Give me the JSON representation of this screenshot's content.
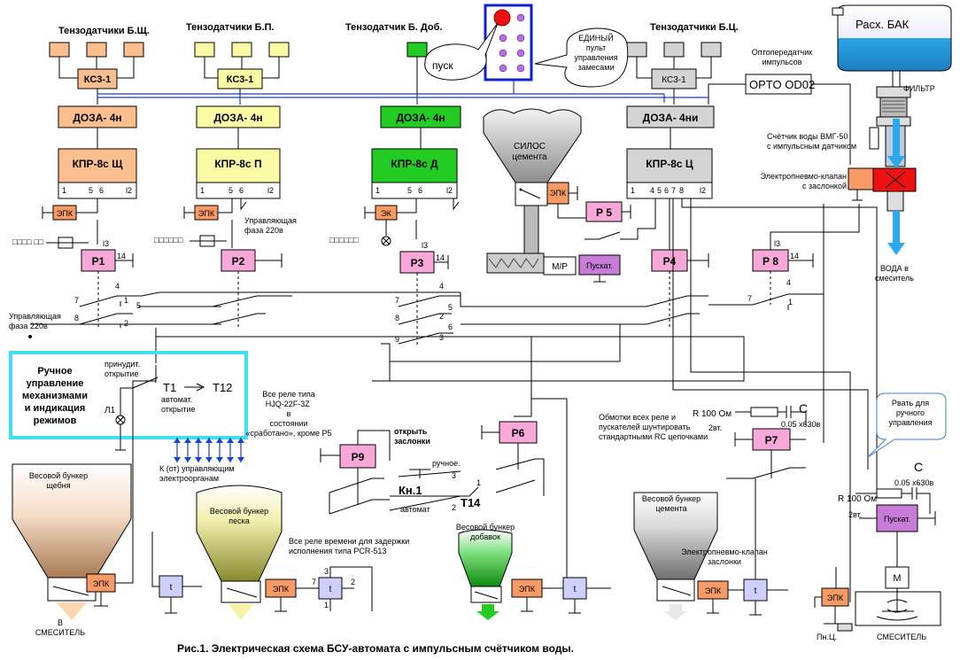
{
  "labels": {
    "tenzo_sch": "Тензодатчики Б.Щ.",
    "tenzo_p": "Тензодатчики Б.П.",
    "tenzo_dob": "Тензодатчик Б. Доб.",
    "tenzo_c": "Тензодатчики Б.Ц.",
    "ks_sch": "КС3-1",
    "ks_p": "КС3-1",
    "ks_c": "КС3-1",
    "doza_sch": "ДОЗА- 4н",
    "doza_p": "ДОЗА- 4н",
    "doza_d": "ДОЗА- 4н",
    "doza_c": "ДОЗА- 4ни",
    "kpr_sch": "КПР-8с  Щ",
    "kpr_p": "КПР-8с  П",
    "kpr_d": "КПР-8с  Д",
    "kpr_c": "КПР-8с  Ц",
    "pusk": "пуск",
    "pult": "ЕДИНЫЙ пульт управления замесами",
    "opto_title": "Оптопередатчик импульсов",
    "opto_box": "OPTO OD02",
    "bak": "Расх. БАК",
    "filtr": "ФИЛЬТР",
    "silos": "СИЛОС цемента",
    "schetchik": "Счётчик воды ВМГ-50  с импульсным датчиком",
    "elpnevmo_top": "Электропневмо-клапан с заслонкой",
    "voda": "ВОДА в смеситель",
    "epk": "ЭПК",
    "ek": "ЭК",
    "r5": "Р 5",
    "mr": "М/Р",
    "puskat": "Пускат.",
    "r1": "Р1",
    "r2": "Р2",
    "r3": "Р3",
    "r4": "Р4",
    "r8": "Р 8",
    "r6": "Р6",
    "r7": "Р7",
    "r9": "Р9",
    "upr_faza_1": "Управляющая фаза 220в",
    "upr_faza_2": "Управляющая фаза 220в",
    "ruchnoe": "Ручное управление механизмами и индикация режимов",
    "prinudit": "принудит. открытие",
    "avtomat_otkr": "автомат. открытие",
    "t1": "Т1",
    "t12": "Т12",
    "l1": "Л1",
    "k_upr": "К (от) управляющим электроорганам",
    "vse_rele": "Все реле типа HJQ-22F-3Z  в состоянии «сработано», кроме Р5",
    "otkryt_zaslonki": "открыть заслонки",
    "ruchnoe_short": "ручное.",
    "kn1": "Кн.1",
    "avtomat": "автомат",
    "t14": "Т14",
    "obmotki": "Обмотки всех реле и пускателей шунтировать стандартными RC цепочками",
    "r_100_1": "R 100 Ом",
    "r_100_2": "R 100 Ом",
    "c_1": "С",
    "c_2": "С",
    "cap_1": "0.05 х630в",
    "cap_2": "0.05 х630в",
    "w2_1": "2вт.",
    "w2_2": "2вт.",
    "rvat": "Рвать для ручного управления",
    "vesovoy_sch": "Весовой бункер щебня",
    "vesovoy_p": "Весовой бункер песка",
    "vesovoy_dob": "Весовой бункер добавок",
    "vesovoy_c": "Весовой бункер цемента",
    "vse_rele_vremeni": "Все реле времени для задержки исполнения  типа PCR-513",
    "elpnevmo_bottom": "Электропневмо-клапан заслонки",
    "v_smesitel": "В СМЕСИТЕЛЬ",
    "smesitel": "СМЕСИТЕЛЬ",
    "pn_c": "Пн.Ц.",
    "m": "М",
    "t": "t",
    "caption": "Рис.1.  Электрическая схема БСУ-автомата  с  импульсным счётчиком воды."
  },
  "colors": {
    "sch": "#fbbf8e",
    "p": "#fbfba6",
    "d": "#22cc22",
    "c": "#d4d4d4",
    "relay": "#f7a8d8",
    "timer": "#cfcffb",
    "epk": "#f79a66",
    "frame": "#40e0f0",
    "pult": "#1020d0",
    "bus": "#1a3fd6",
    "water": "#2ba8ee"
  }
}
